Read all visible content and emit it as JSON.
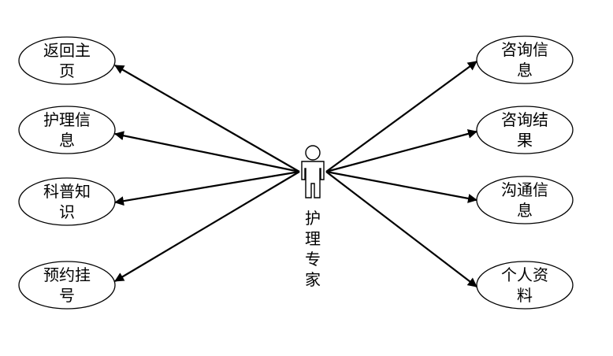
{
  "actor": {
    "label_lines": [
      "护",
      "理",
      "专",
      "家"
    ]
  },
  "use_cases": [
    {
      "id": "home",
      "side": "left",
      "lines": [
        "返回主",
        "页"
      ]
    },
    {
      "id": "care-info",
      "side": "left",
      "lines": [
        "护理信",
        "息"
      ]
    },
    {
      "id": "knowledge",
      "side": "left",
      "lines": [
        "科普知",
        "识"
      ]
    },
    {
      "id": "appointment",
      "side": "left",
      "lines": [
        "预约挂",
        "号"
      ]
    },
    {
      "id": "consult-info",
      "side": "right",
      "lines": [
        "咨询信",
        "息"
      ]
    },
    {
      "id": "consult-result",
      "side": "right",
      "lines": [
        "咨询结",
        "果"
      ]
    },
    {
      "id": "message",
      "side": "right",
      "lines": [
        "沟通信",
        "息"
      ]
    },
    {
      "id": "profile",
      "side": "right",
      "lines": [
        "个人资",
        "料"
      ]
    }
  ]
}
